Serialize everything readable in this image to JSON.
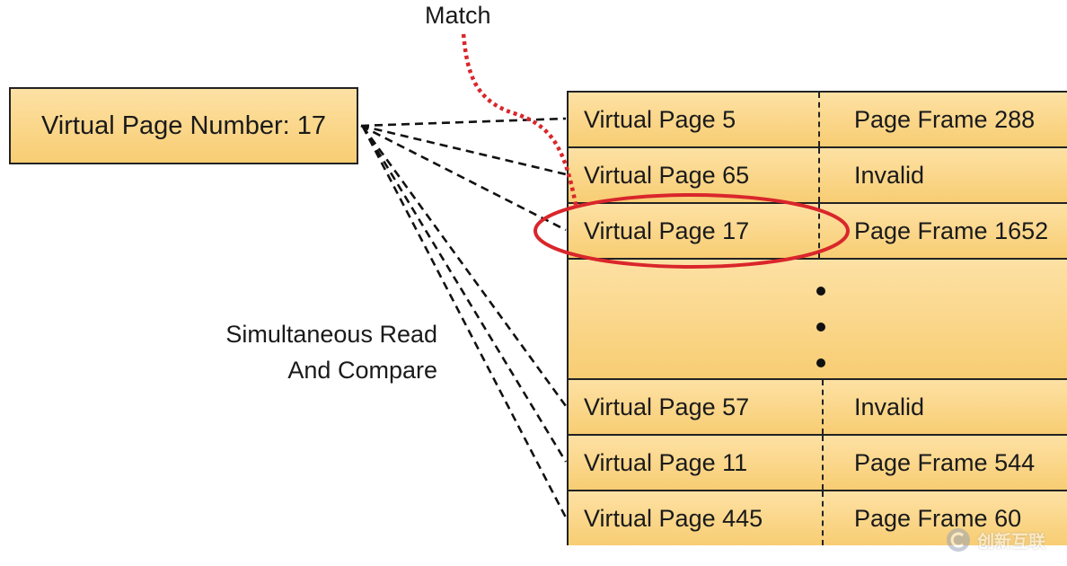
{
  "vpn_label": "Virtual Page Number: 17",
  "match_label": "Match",
  "simultaneous": {
    "line1": "Simultaneous Read",
    "line2": "And Compare"
  },
  "tlb_rows": [
    {
      "virtual": "Virtual Page 5",
      "frame": "Page Frame 288"
    },
    {
      "virtual": "Virtual Page 65",
      "frame": "Invalid"
    },
    {
      "virtual": "Virtual Page 17",
      "frame": "Page Frame 1652"
    },
    {
      "virtual": "",
      "frame": ""
    },
    {
      "virtual": "Virtual Page 57",
      "frame": "Invalid"
    },
    {
      "virtual": "Virtual Page 11",
      "frame": "Page Frame 544"
    },
    {
      "virtual": "Virtual Page 445",
      "frame": "Page Frame 60"
    }
  ],
  "watermark": "创新互联",
  "colors": {
    "cell_fill_top": "#fde1a4",
    "cell_fill_bottom": "#f8cd73",
    "highlight": "#d9262b",
    "match_path": "#d9262b"
  }
}
